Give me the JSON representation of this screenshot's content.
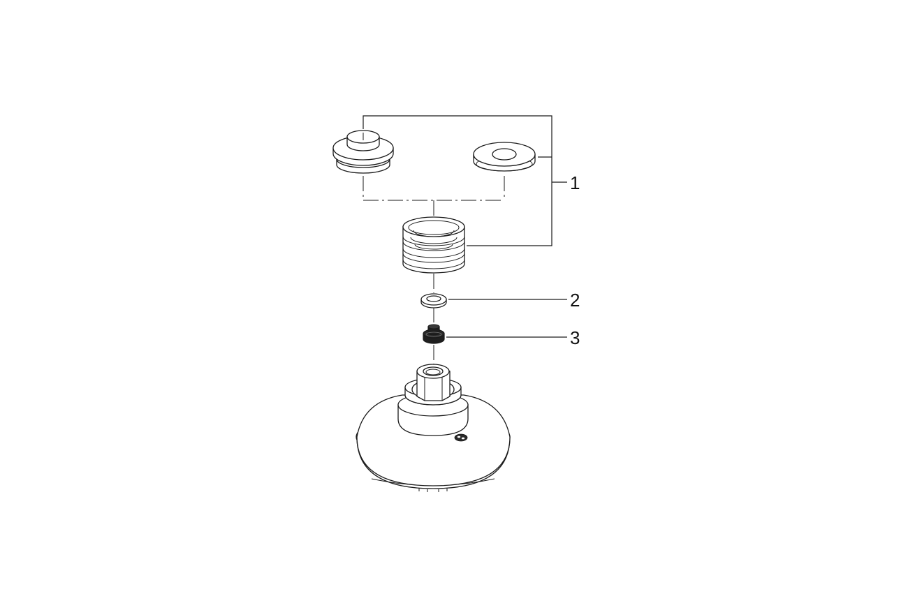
{
  "callouts": [
    {
      "id": "callout-1",
      "label": "1",
      "part": "cover-set"
    },
    {
      "id": "callout-2",
      "label": "2",
      "part": "washer"
    },
    {
      "id": "callout-3",
      "label": "3",
      "part": "flow-restrictor"
    }
  ],
  "colors": {
    "line": "#1a1a1a",
    "background": "#ffffff",
    "dark_part": "#1f1f1f"
  }
}
